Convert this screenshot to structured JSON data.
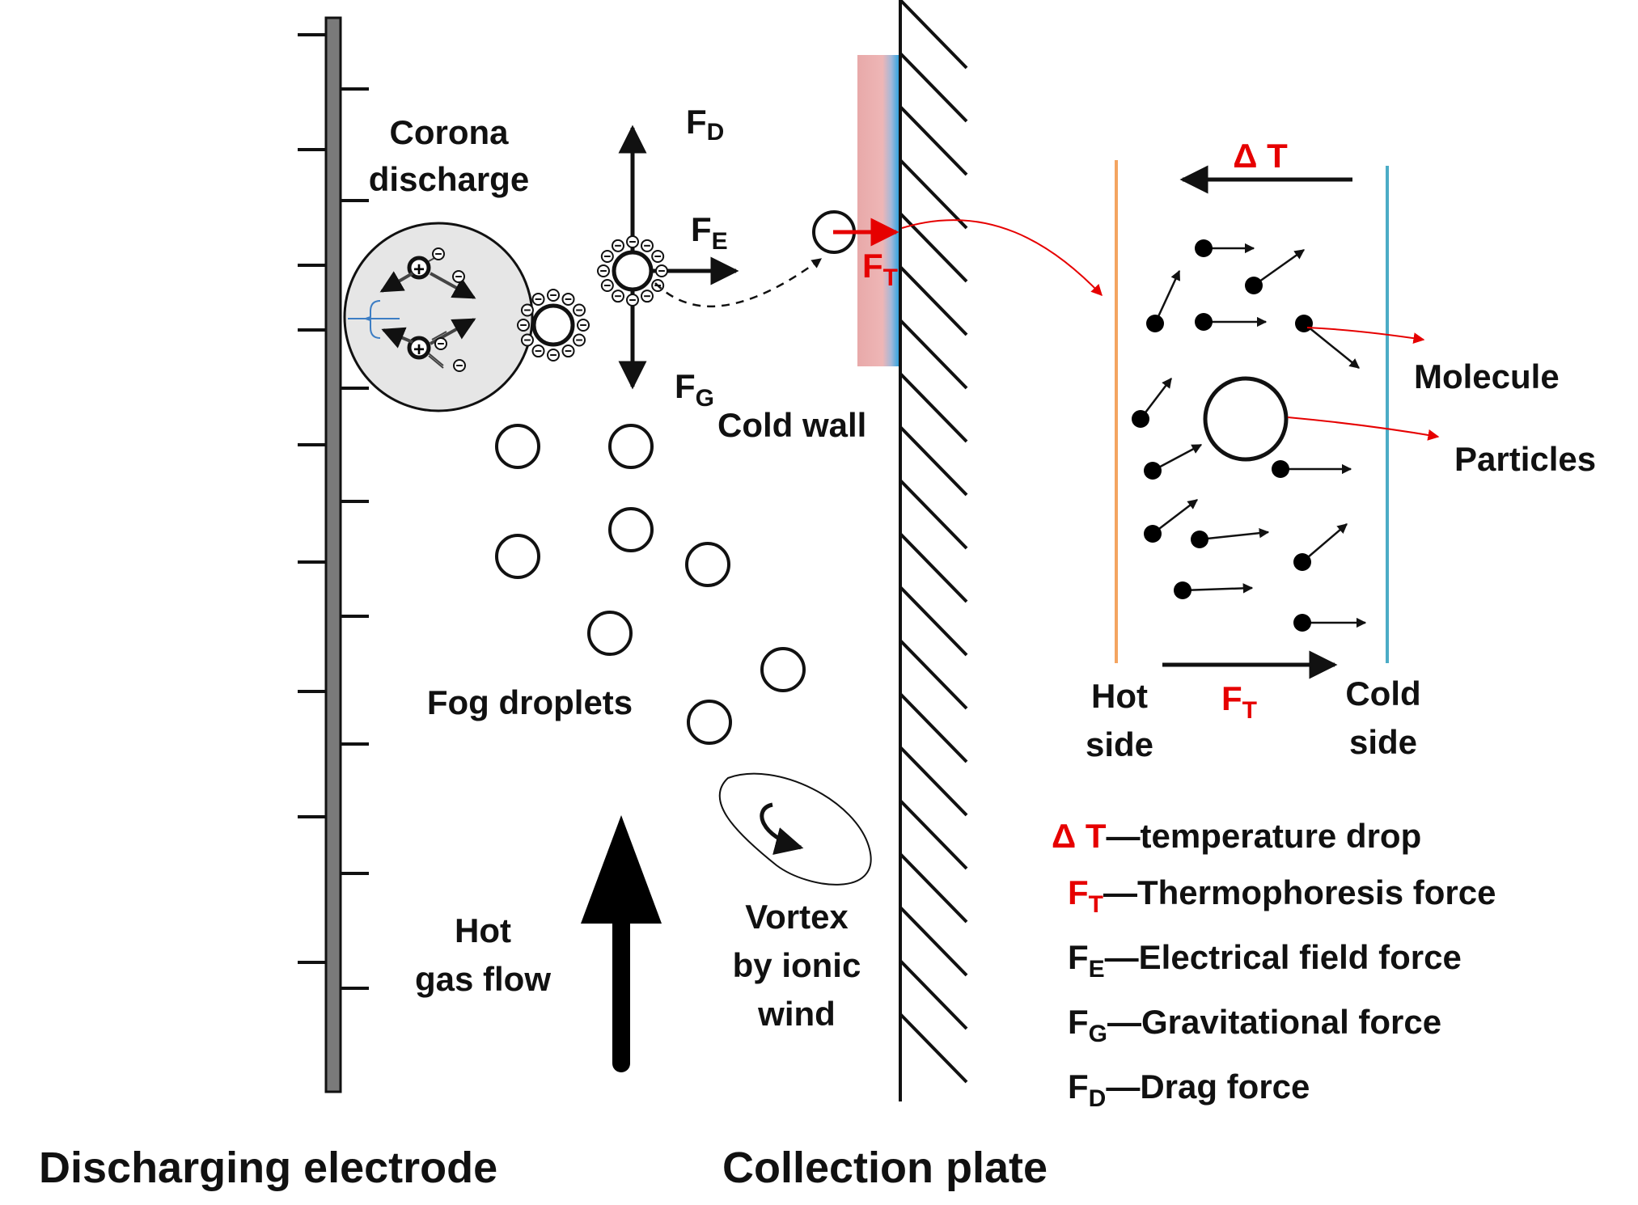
{
  "labels": {
    "corona_line1": "Corona",
    "corona_line2": "discharge",
    "fd_main": "F",
    "fd_sub": "D",
    "fe_main": "F",
    "fe_sub": "E",
    "fg_main": "F",
    "fg_sub": "G",
    "ft_main": "F",
    "ft_sub": "T",
    "cold_wall": "Cold wall",
    "fog_droplets": "Fog droplets",
    "hot_gas_line1": "Hot",
    "hot_gas_line2": "gas flow",
    "vortex_line1": "Vortex",
    "vortex_line2": "by ionic",
    "vortex_line3": "wind",
    "discharging_electrode": "Discharging electrode",
    "collection_plate": "Collection plate",
    "delta_t": "Δ T",
    "molecule": "Molecule",
    "particles": "Particles",
    "hot_side_line1": "Hot",
    "hot_side_line2": "side",
    "cold_side_line1": "Cold",
    "cold_side_line2": "side",
    "ft_inset_main": "F",
    "ft_inset_sub": "T",
    "plus_sign": "+",
    "minus_sign": "−"
  },
  "legend": [
    {
      "sym": "Δ T",
      "sub": "",
      "dash": "—",
      "text": "temperature drop",
      "color": "#e60000"
    },
    {
      "sym": "F",
      "sub": "T",
      "dash": "—",
      "text": "Thermophoresis force",
      "color": "#e60000"
    },
    {
      "sym": "F",
      "sub": "E",
      "dash": "—",
      "text": "Electrical field force",
      "color": "#111111"
    },
    {
      "sym": "F",
      "sub": "G",
      "dash": "—",
      "text": "Gravitational force",
      "color": "#111111"
    },
    {
      "sym": "F",
      "sub": "D",
      "dash": "—",
      "text": "Drag force",
      "color": "#111111"
    }
  ],
  "colors": {
    "electrode": "#7a7a7a",
    "hot_side": "#f4a460",
    "cold_side": "#4bacc6",
    "red": "#e60000",
    "corona_fill": "#e6e6e6",
    "wall_gradient_hot": "#e8a9a9",
    "wall_gradient_cold": "#29a3e0"
  }
}
